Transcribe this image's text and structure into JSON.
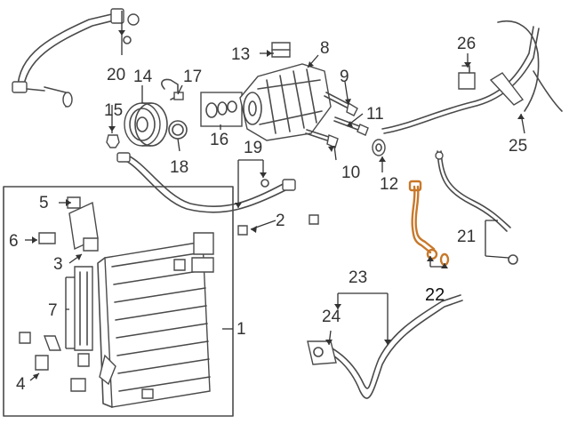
{
  "colors": {
    "line": "#4a4a4a",
    "highlight": "#c8782a",
    "label": "#333333"
  },
  "callouts": [
    {
      "id": "c1",
      "text": "1"
    },
    {
      "id": "c2",
      "text": "2"
    },
    {
      "id": "c3",
      "text": "3"
    },
    {
      "id": "c4",
      "text": "4"
    },
    {
      "id": "c5",
      "text": "5"
    },
    {
      "id": "c6",
      "text": "6"
    },
    {
      "id": "c7",
      "text": "7"
    },
    {
      "id": "c8",
      "text": "8"
    },
    {
      "id": "c9",
      "text": "9"
    },
    {
      "id": "c10",
      "text": "10"
    },
    {
      "id": "c11",
      "text": "11"
    },
    {
      "id": "c12",
      "text": "12"
    },
    {
      "id": "c13",
      "text": "13"
    },
    {
      "id": "c14",
      "text": "14"
    },
    {
      "id": "c15",
      "text": "15"
    },
    {
      "id": "c16",
      "text": "16"
    },
    {
      "id": "c17",
      "text": "17"
    },
    {
      "id": "c18",
      "text": "18"
    },
    {
      "id": "c19",
      "text": "19"
    },
    {
      "id": "c20",
      "text": "20"
    },
    {
      "id": "c21",
      "text": "21"
    },
    {
      "id": "c22",
      "text": "22",
      "highlighted": true
    },
    {
      "id": "c23",
      "text": "23"
    },
    {
      "id": "c24",
      "text": "24"
    },
    {
      "id": "c25",
      "text": "25"
    },
    {
      "id": "c26",
      "text": "26"
    }
  ]
}
